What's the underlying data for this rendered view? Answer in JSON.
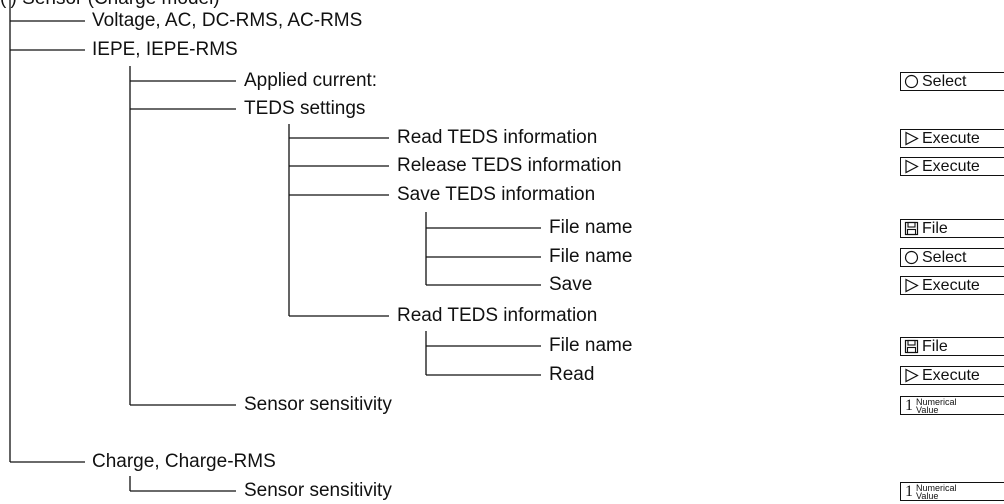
{
  "header": "(’) Sensor (Charge model)",
  "tree": [
    {
      "id": "voltage",
      "label": "Voltage, AC, DC-RMS, AC-RMS"
    },
    {
      "id": "iepe",
      "label": "IEPE, IEPE-RMS"
    },
    {
      "id": "applied-current",
      "label": "Applied current:",
      "control": {
        "type": "select",
        "label": "Select",
        "icon": "circle-icon"
      }
    },
    {
      "id": "teds-settings",
      "label": "TEDS settings"
    },
    {
      "id": "read-teds-1",
      "label": "Read TEDS information",
      "control": {
        "type": "execute",
        "label": "Execute",
        "icon": "triangle-icon"
      }
    },
    {
      "id": "release-teds",
      "label": "Release TEDS information",
      "control": {
        "type": "execute",
        "label": "Execute",
        "icon": "triangle-icon"
      }
    },
    {
      "id": "save-teds",
      "label": "Save TEDS information"
    },
    {
      "id": "save-file-name-1",
      "label": "File name",
      "control": {
        "type": "file",
        "label": "File",
        "icon": "floppy-icon"
      }
    },
    {
      "id": "save-file-name-2",
      "label": "File name",
      "control": {
        "type": "select",
        "label": "Select",
        "icon": "circle-icon"
      }
    },
    {
      "id": "save",
      "label": "Save",
      "control": {
        "type": "execute",
        "label": "Execute",
        "icon": "triangle-icon"
      }
    },
    {
      "id": "read-teds-2",
      "label": "Read TEDS information"
    },
    {
      "id": "read-file-name",
      "label": "File name",
      "control": {
        "type": "file",
        "label": "File",
        "icon": "floppy-icon"
      }
    },
    {
      "id": "read",
      "label": "Read",
      "control": {
        "type": "execute",
        "label": "Execute",
        "icon": "triangle-icon"
      }
    },
    {
      "id": "sensor-sensitivity-1",
      "label": "Sensor sensitivity",
      "control": {
        "type": "numerical",
        "digit": "1",
        "line1": "Numerical",
        "line2": "Value",
        "icon": "numeric-value-icon"
      }
    },
    {
      "id": "charge",
      "label": "Charge, Charge-RMS"
    },
    {
      "id": "sensor-sensitivity-2",
      "label": "Sensor sensitivity",
      "control": {
        "type": "numerical",
        "digit": "1",
        "line1": "Numerical",
        "line2": "Value",
        "icon": "numeric-value-icon"
      }
    }
  ]
}
